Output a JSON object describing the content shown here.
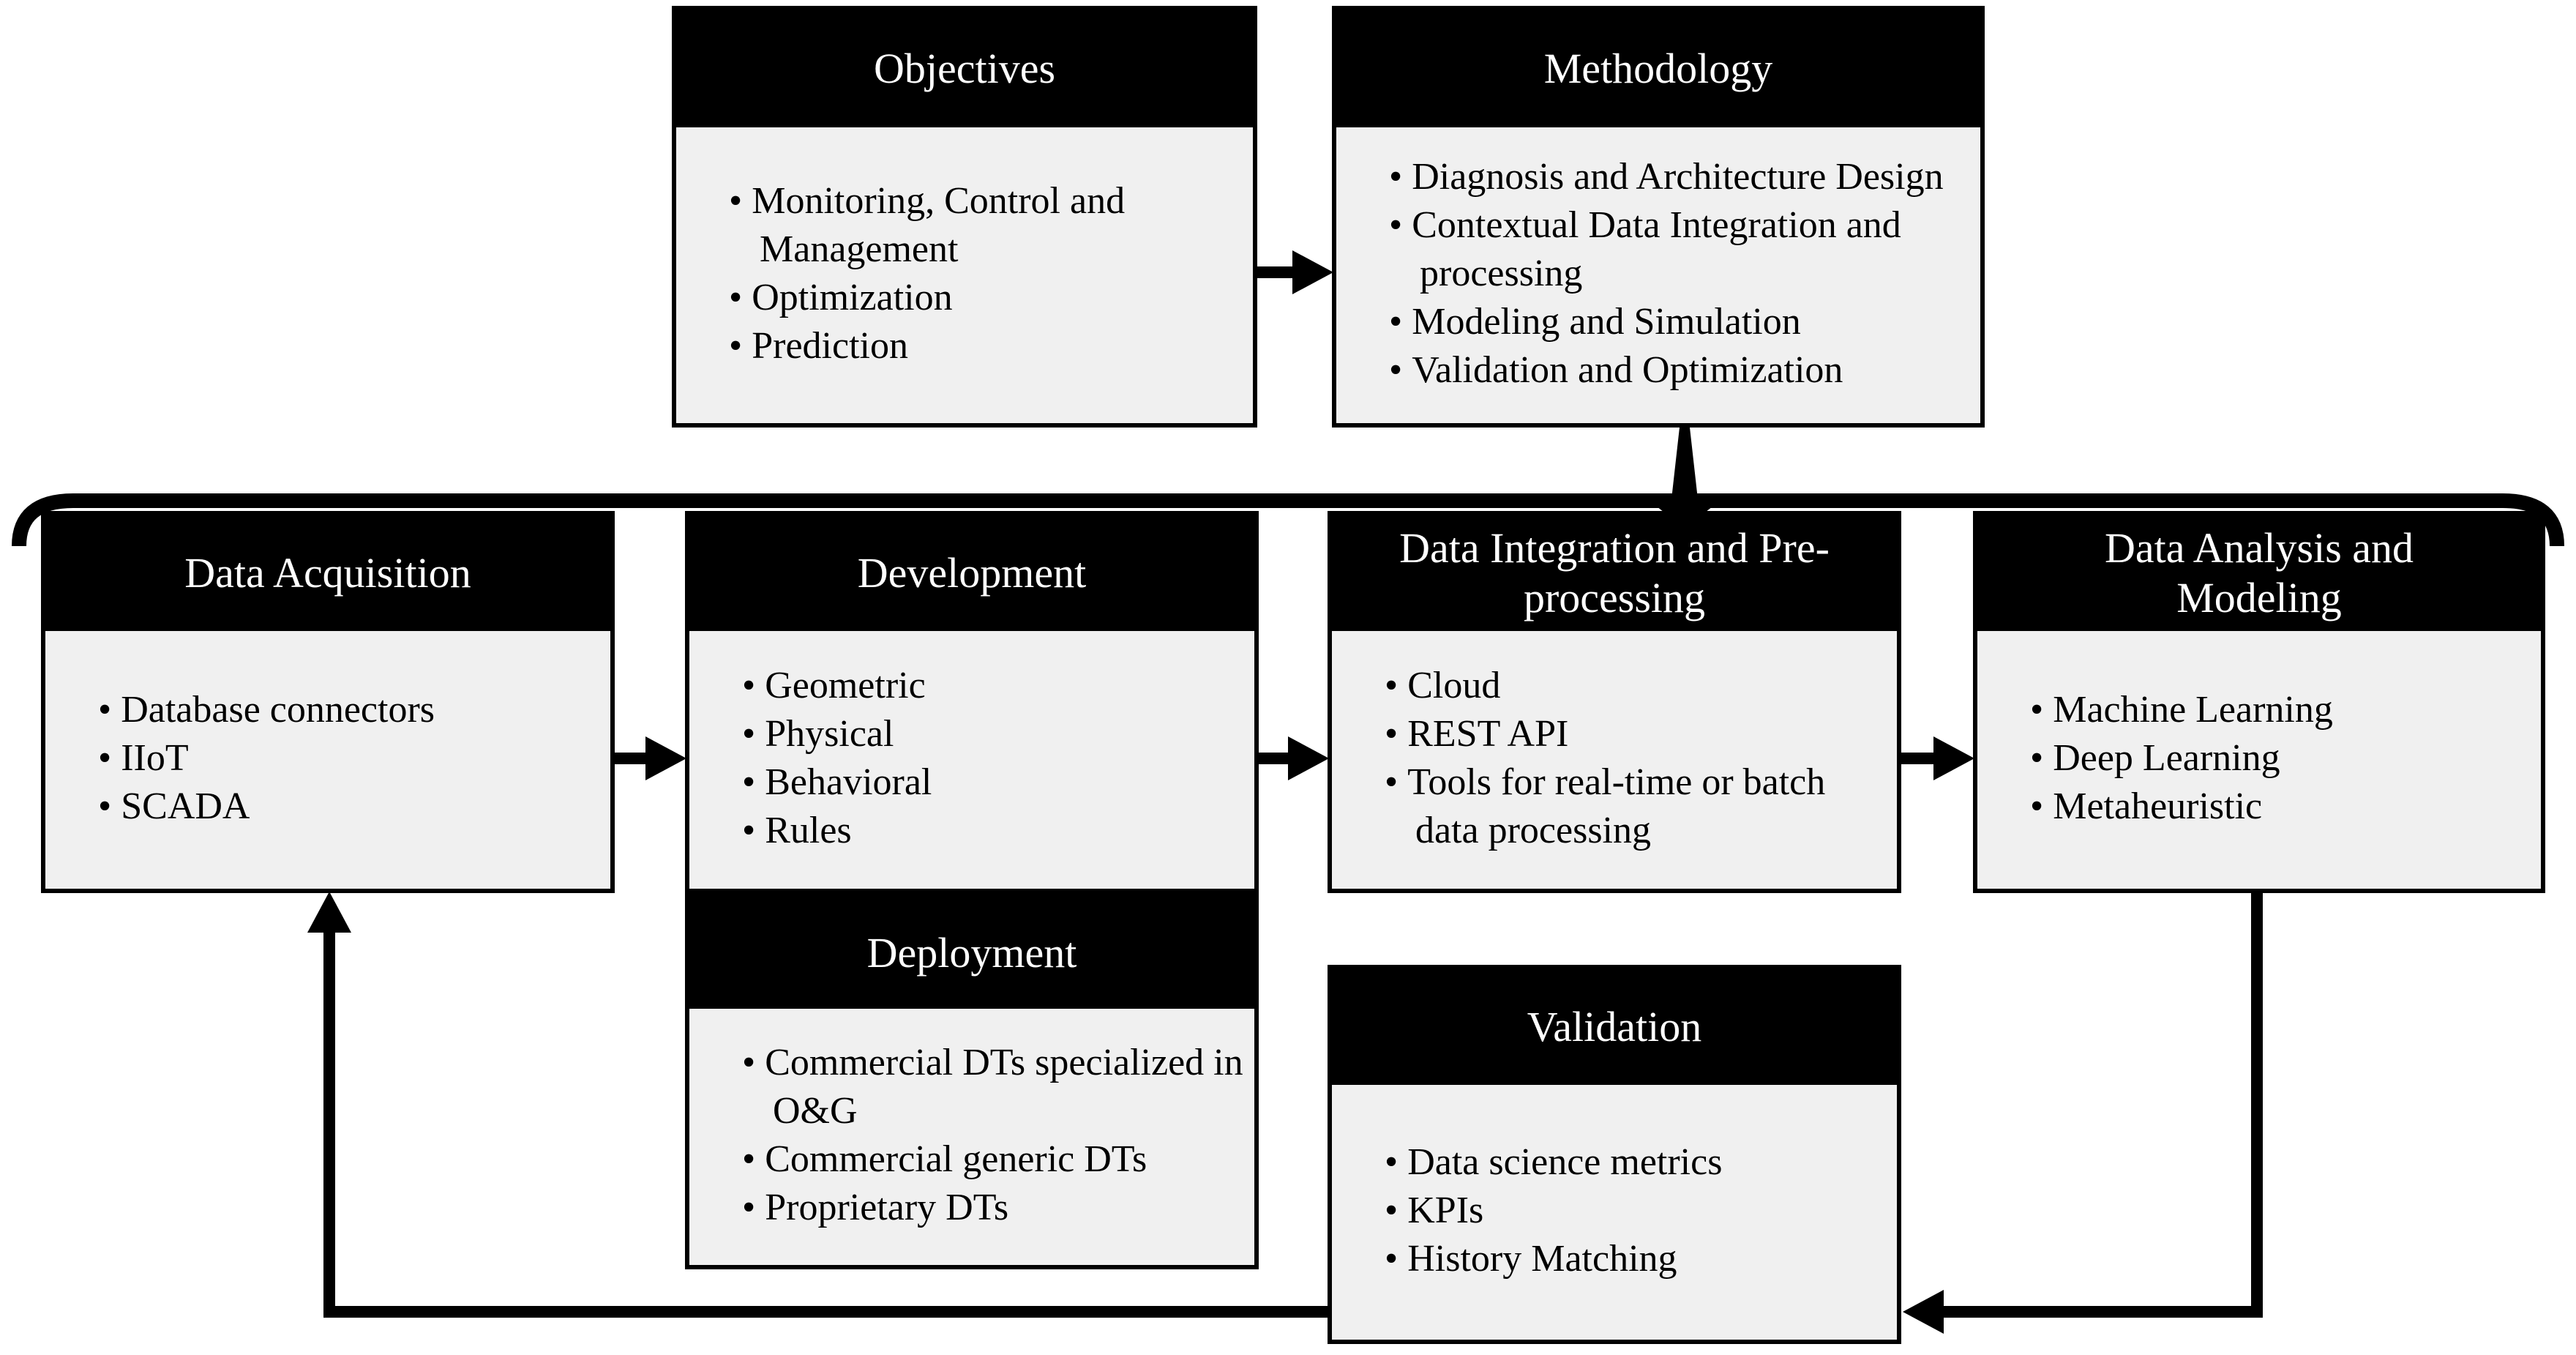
{
  "diagram": {
    "boxes": {
      "objectives": {
        "title": "Objectives",
        "items": [
          "Monitoring, Control and Management",
          "Optimization",
          "Prediction"
        ]
      },
      "methodology": {
        "title": "Methodology",
        "items": [
          "Diagnosis and Architecture Design",
          "Contextual Data Integration and processing",
          "Modeling and Simulation",
          "Validation and Optimization"
        ]
      },
      "data_acquisition": {
        "title": "Data Acquisition",
        "items": [
          "Database connectors",
          "IIoT",
          "SCADA"
        ]
      },
      "development": {
        "title": "Development",
        "items": [
          "Geometric",
          "Physical",
          "Behavioral",
          "Rules"
        ]
      },
      "data_integration": {
        "title": "Data Integration and Pre-processing",
        "items": [
          "Cloud",
          "REST API",
          "Tools for real-time or batch data processing"
        ]
      },
      "data_analysis": {
        "title": "Data Analysis and Modeling",
        "items": [
          "Machine Learning",
          "Deep Learning",
          "Metaheuristic"
        ]
      },
      "deployment": {
        "title": "Deployment",
        "items": [
          "Commercial DTs specialized in O&G",
          "Commercial generic DTs",
          "Proprietary DTs"
        ]
      },
      "validation": {
        "title": "Validation",
        "items": [
          "Data science metrics",
          "KPIs",
          "History Matching"
        ]
      }
    },
    "colors": {
      "header_bg": "#000000",
      "header_text": "#ffffff",
      "body_bg": "#f0f0f0",
      "border": "#000000",
      "arrow": "#000000",
      "canvas_bg": "#ffffff"
    }
  }
}
